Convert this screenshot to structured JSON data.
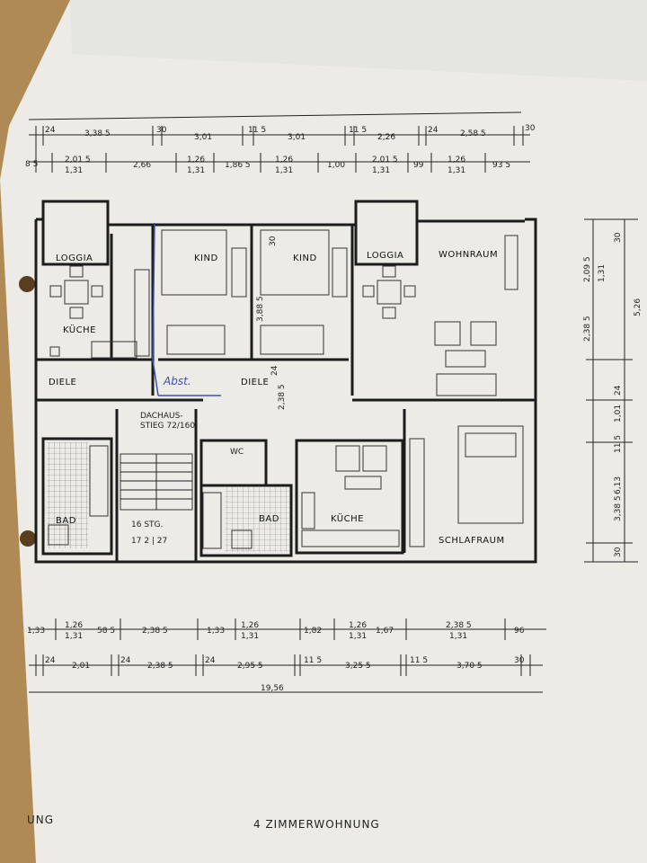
{
  "dims": {
    "top_row1": [
      "24",
      "3,38 5",
      "30",
      "3,01",
      "11 5",
      "3,01",
      "11 5",
      "2,26",
      "24",
      "2,58 5",
      "30"
    ],
    "top_row2": [
      "8 5",
      "2,01 5",
      "1,31",
      "2,66",
      "1,26",
      "1,31",
      "1,86 5",
      "1,26",
      "1,31",
      "1,00",
      "2,01 5",
      "1,31",
      "99",
      "1,26",
      "1,31",
      "93 5"
    ],
    "bottom_row1": [
      "1,33",
      "1,26",
      "1,31",
      "58 5",
      "2,38 5",
      "1,33",
      "1,26",
      "1,31",
      "1,82",
      "1,26",
      "1,31",
      "1,67",
      "2,38 5",
      "1,31",
      "96"
    ],
    "bottom_row2": [
      "24",
      "2,01",
      "24",
      "2,38 5",
      "24",
      "2,95 5",
      "11 5",
      "3,25 5",
      "11 5",
      "3,70 5",
      "30"
    ],
    "total_width": "19,56",
    "right_side": [
      "30",
      "2,09 5",
      "1,31",
      "2,38 5",
      "24",
      "1,01",
      "11 5",
      "3,38 5",
      "30",
      "5,26",
      "6,13"
    ]
  },
  "rooms": {
    "loggia_left": "LOGGIA",
    "kind1": "KIND",
    "kind2": "KIND",
    "loggia_right": "LOGGIA",
    "wohnraum": "WOHNRAUM",
    "kueche_left": "KÜCHE",
    "diele_left": "DIELE",
    "diele_right": "DIELE",
    "dachaus": "DACHAUS-",
    "stieg": "STIEG 72/160",
    "wc": "WC",
    "bad_left": "BAD",
    "bad_right": "BAD",
    "stg": "16 STG.",
    "stg_dim": "17 2 | 27",
    "kueche_right": "KÜCHE",
    "schlafraum": "SCHLAFRAUM"
  },
  "inner_dims": {
    "kind2_width": "3,88 5",
    "diele_right": "2,38 5",
    "diele_right_top": "24",
    "kind2_left": "30"
  },
  "handwriting": "Abst.",
  "footer": {
    "left": "UNG",
    "title": "4 ZIMMERWOHNUNG"
  }
}
